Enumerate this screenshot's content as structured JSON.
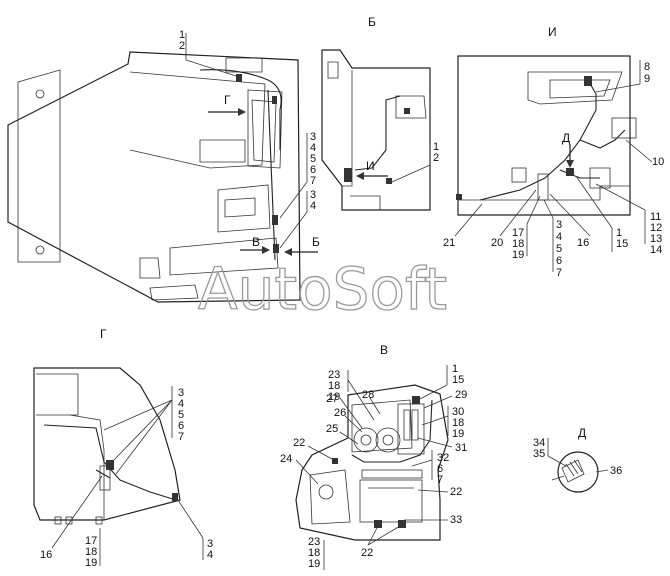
{
  "views": {
    "b": {
      "title": "Б"
    },
    "i": {
      "title": "И"
    },
    "g": {
      "title": "Г"
    },
    "v": {
      "title": "В"
    },
    "d": {
      "title": "Д"
    }
  },
  "arrows": {
    "g": "Г",
    "v": "В",
    "b": "Б",
    "i": "И",
    "d": "Д"
  },
  "watermark": "AutoSoft",
  "labels": {
    "main_1_2": [
      "1",
      "2"
    ],
    "main_3_7": [
      "3",
      "4",
      "5",
      "6",
      "7"
    ],
    "main_3_4": [
      "3",
      "4"
    ],
    "b_1_2": [
      "1",
      "2"
    ],
    "i_8_9": [
      "8",
      "9"
    ],
    "i_10": "10",
    "i_11_14": [
      "11",
      "12",
      "13",
      "14"
    ],
    "i_1_15": [
      "1",
      "15"
    ],
    "i_16": "16",
    "i_3_7": [
      "3",
      "4",
      "5",
      "6",
      "7"
    ],
    "i_17_19": [
      "17",
      "18",
      "19"
    ],
    "i_20": "20",
    "i_21": "21",
    "g_3_7": [
      "3",
      "4",
      "5",
      "6",
      "7"
    ],
    "g_3_4": [
      "3",
      "4"
    ],
    "g_16": "16",
    "g_17_19": [
      "17",
      "18",
      "19"
    ],
    "v_23_top": [
      "23",
      "18",
      "19"
    ],
    "v_1_15": [
      "1",
      "15"
    ],
    "v_27": "27",
    "v_28": "28",
    "v_29": "29",
    "v_30": [
      "30",
      "18",
      "19"
    ],
    "v_26": "26",
    "v_25": "25",
    "v_31": "31",
    "v_22_left": "22",
    "v_32": [
      "32",
      "6",
      "7"
    ],
    "v_24": "24",
    "v_22_right": "22",
    "v_33": "33",
    "v_23_bot": [
      "23",
      "18",
      "19"
    ],
    "v_22_bot": "22",
    "d_34_35": [
      "34",
      "35"
    ],
    "d_36": "36"
  }
}
